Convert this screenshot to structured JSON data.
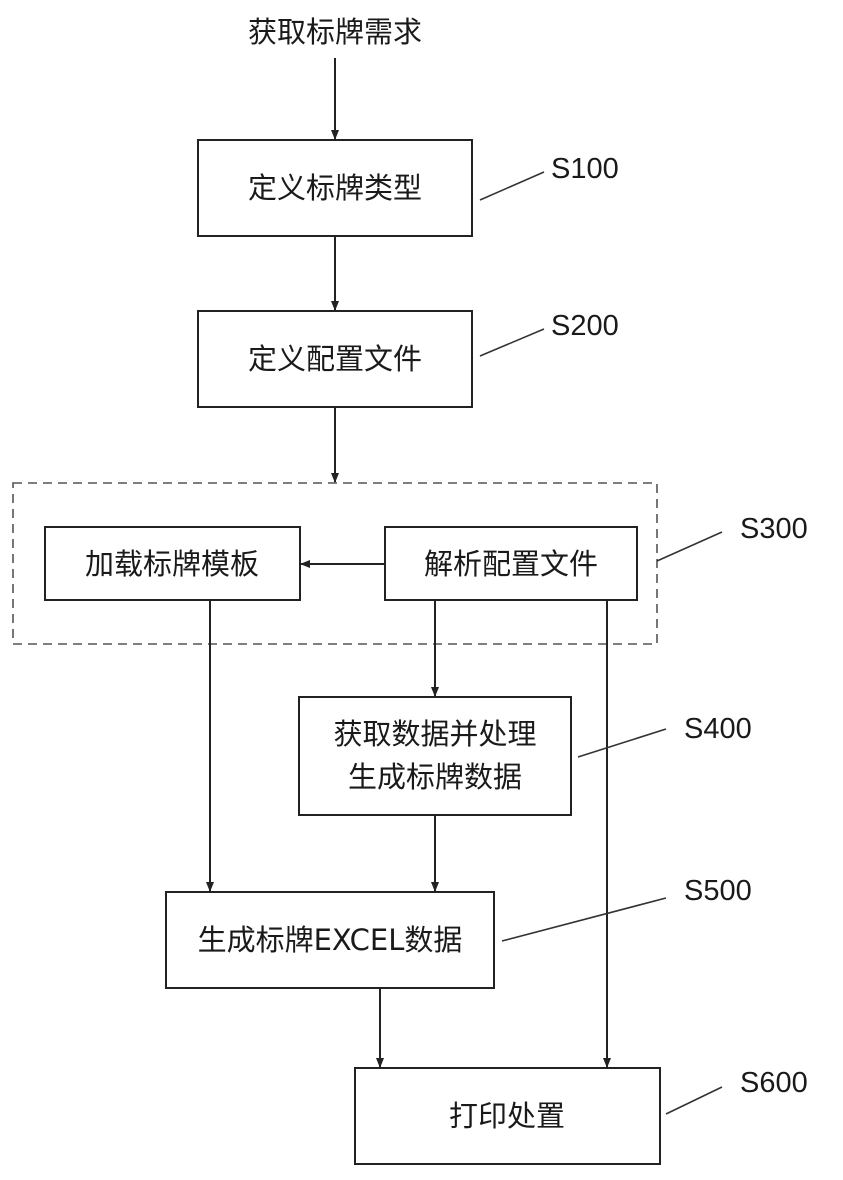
{
  "start_label": "获取标牌需求",
  "nodes": {
    "s100": {
      "label": "定义标牌类型"
    },
    "s200": {
      "label": "定义配置文件"
    },
    "load_template": {
      "label": "加载标牌模板"
    },
    "parse_config": {
      "label": "解析配置文件"
    },
    "s400": {
      "line1": "获取数据并处理",
      "line2": "生成标牌数据"
    },
    "s500": {
      "label": "生成标牌EXCEL数据"
    },
    "s600": {
      "label": "打印处置"
    }
  },
  "steps": {
    "s100": "S100",
    "s200": "S200",
    "s300": "S300",
    "s400": "S400",
    "s500": "S500",
    "s600": "S600"
  }
}
